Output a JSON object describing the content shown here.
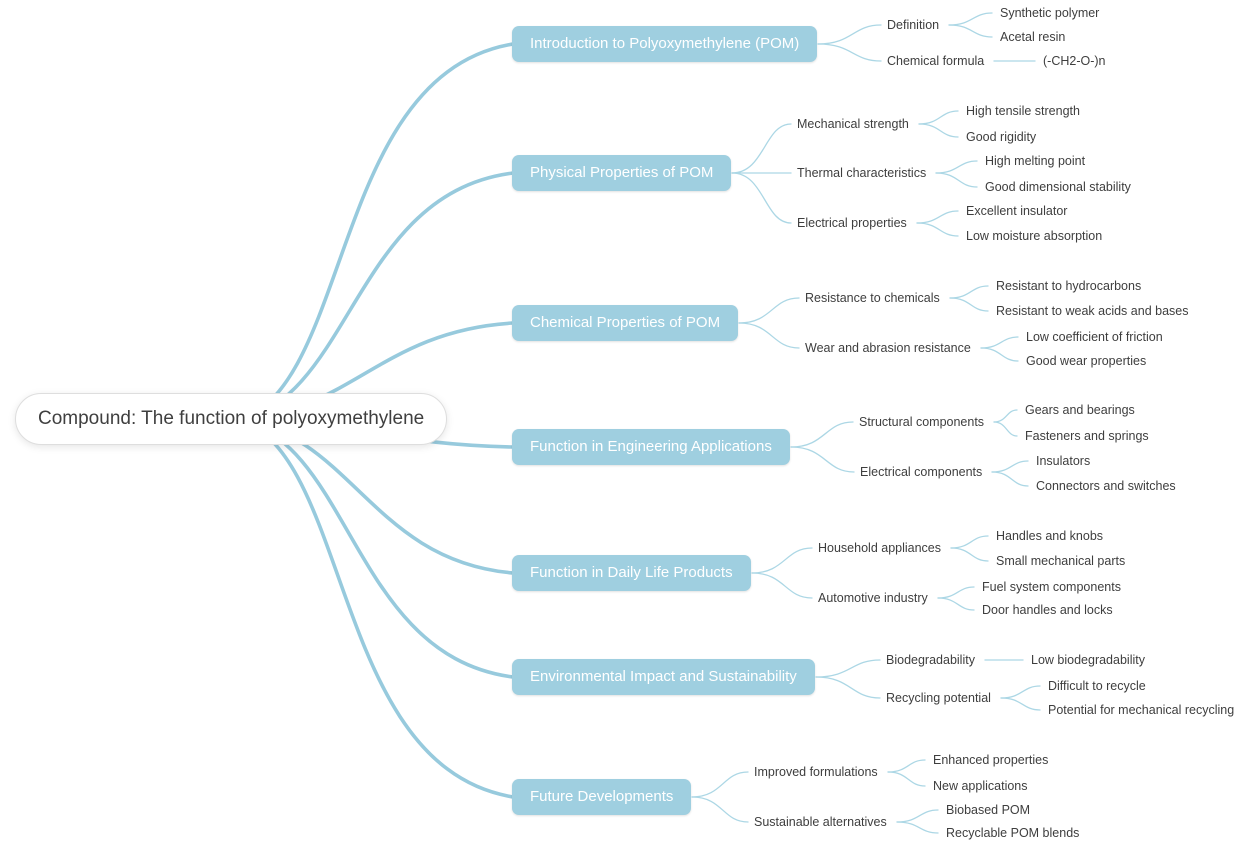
{
  "root": {
    "label": "Compound: The function of polyoxymethylene"
  },
  "colors": {
    "branch_fill": "#9fcfe0",
    "branch_text": "#ffffff",
    "thick_line": "#97cadd",
    "thin_line": "#acd7e5",
    "label_text": "#3e3e3e",
    "root_border": "#dedede",
    "background": "#ffffff"
  },
  "branches": [
    {
      "label": "Introduction to Polyoxymethylene (POM)",
      "children": [
        {
          "label": "Definition",
          "children": [
            {
              "label": "Synthetic polymer"
            },
            {
              "label": "Acetal resin"
            }
          ]
        },
        {
          "label": "Chemical formula",
          "children": [
            {
              "label": "(-CH2-O-)n"
            }
          ]
        }
      ]
    },
    {
      "label": "Physical Properties of POM",
      "children": [
        {
          "label": "Mechanical strength",
          "children": [
            {
              "label": "High tensile strength"
            },
            {
              "label": "Good rigidity"
            }
          ]
        },
        {
          "label": "Thermal characteristics",
          "children": [
            {
              "label": "High melting point"
            },
            {
              "label": "Good dimensional stability"
            }
          ]
        },
        {
          "label": "Electrical properties",
          "children": [
            {
              "label": "Excellent insulator"
            },
            {
              "label": "Low moisture absorption"
            }
          ]
        }
      ]
    },
    {
      "label": "Chemical Properties of POM",
      "children": [
        {
          "label": "Resistance to chemicals",
          "children": [
            {
              "label": "Resistant to hydrocarbons"
            },
            {
              "label": "Resistant to weak acids and bases"
            }
          ]
        },
        {
          "label": "Wear and abrasion resistance",
          "children": [
            {
              "label": "Low coefficient of friction"
            },
            {
              "label": "Good wear properties"
            }
          ]
        }
      ]
    },
    {
      "label": "Function in Engineering Applications",
      "children": [
        {
          "label": "Structural components",
          "children": [
            {
              "label": "Gears and bearings"
            },
            {
              "label": "Fasteners and springs"
            }
          ]
        },
        {
          "label": "Electrical components",
          "children": [
            {
              "label": "Insulators"
            },
            {
              "label": "Connectors and switches"
            }
          ]
        }
      ]
    },
    {
      "label": "Function in Daily Life Products",
      "children": [
        {
          "label": "Household appliances",
          "children": [
            {
              "label": "Handles and knobs"
            },
            {
              "label": "Small mechanical parts"
            }
          ]
        },
        {
          "label": "Automotive industry",
          "children": [
            {
              "label": "Fuel system components"
            },
            {
              "label": "Door handles and locks"
            }
          ]
        }
      ]
    },
    {
      "label": "Environmental Impact and Sustainability",
      "children": [
        {
          "label": "Biodegradability",
          "children": [
            {
              "label": "Low biodegradability"
            }
          ]
        },
        {
          "label": "Recycling potential",
          "children": [
            {
              "label": "Difficult to recycle"
            },
            {
              "label": "Potential for mechanical recycling"
            }
          ]
        }
      ]
    },
    {
      "label": "Future Developments",
      "children": [
        {
          "label": "Improved formulations",
          "children": [
            {
              "label": "Enhanced properties"
            },
            {
              "label": "New applications"
            }
          ]
        },
        {
          "label": "Sustainable alternatives",
          "children": [
            {
              "label": "Biobased POM"
            },
            {
              "label": "Recyclable POM blends"
            }
          ]
        }
      ]
    }
  ]
}
